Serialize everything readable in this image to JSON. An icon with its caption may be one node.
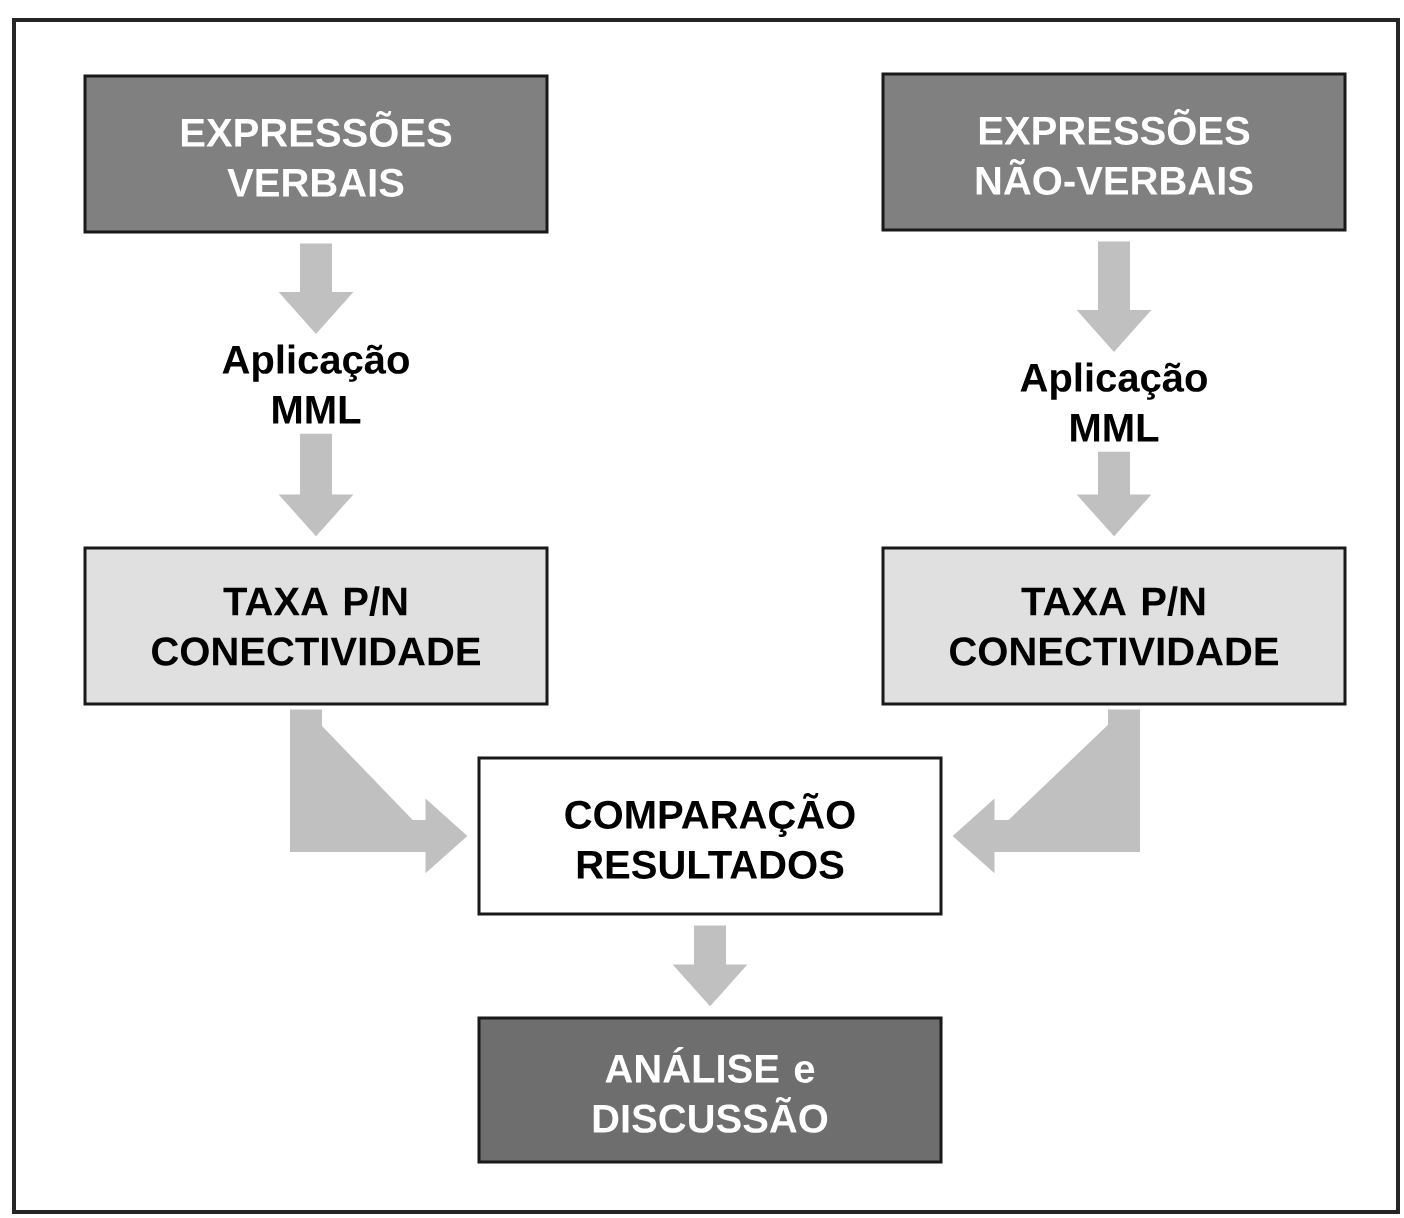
{
  "diagram": {
    "nodes": [
      {
        "text": [
          "EXPRESSÕES VERBAIS"
        ]
      },
      {
        "text": [
          "EXPRESSÕES NÃO-VERBAIS"
        ]
      },
      {
        "text": [
          "Aplicação MML"
        ]
      },
      {
        "text": [
          "Aplicação MML"
        ]
      },
      {
        "text": [
          "TAXA P/N CONECTIVIDADE"
        ]
      },
      {
        "text": [
          "TAXA P/N CONECTIVIDADE"
        ]
      },
      {
        "text": [
          "COMPARAÇÃO RESULTADOS"
        ]
      },
      {
        "text": [
          "ANÁLISE e DISCUSSÃO"
        ]
      }
    ],
    "edges": [
      {
        "from": 0,
        "to": 2,
        "arrow": "to"
      },
      {
        "from": 2,
        "to": 4,
        "arrow": "to"
      },
      {
        "from": 1,
        "to": 3,
        "arrow": "to"
      },
      {
        "from": 3,
        "to": 5,
        "arrow": "to"
      },
      {
        "from": 4,
        "to": 6,
        "arrow": "to"
      },
      {
        "from": 5,
        "to": 6,
        "arrow": "to"
      },
      {
        "from": 6,
        "to": 7,
        "arrow": "to"
      }
    ]
  }
}
